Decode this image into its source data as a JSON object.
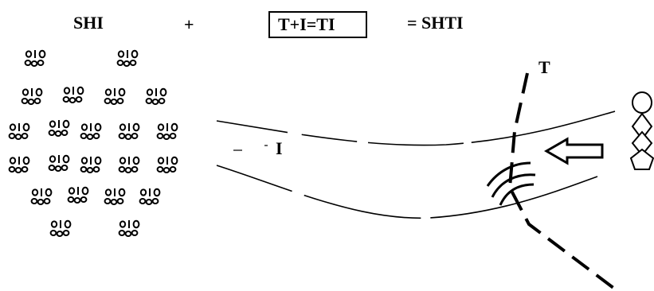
{
  "equation": {
    "term_left": "SHI",
    "plus": "+",
    "boxed_term": "T+I=TI",
    "result": "= SHTI"
  },
  "labels": {
    "channel_label": "I",
    "line_label": "T"
  },
  "cluster": {
    "glyph": "º¹₀"
  },
  "colors": {
    "ink": "#000000",
    "background": "#ffffff"
  }
}
